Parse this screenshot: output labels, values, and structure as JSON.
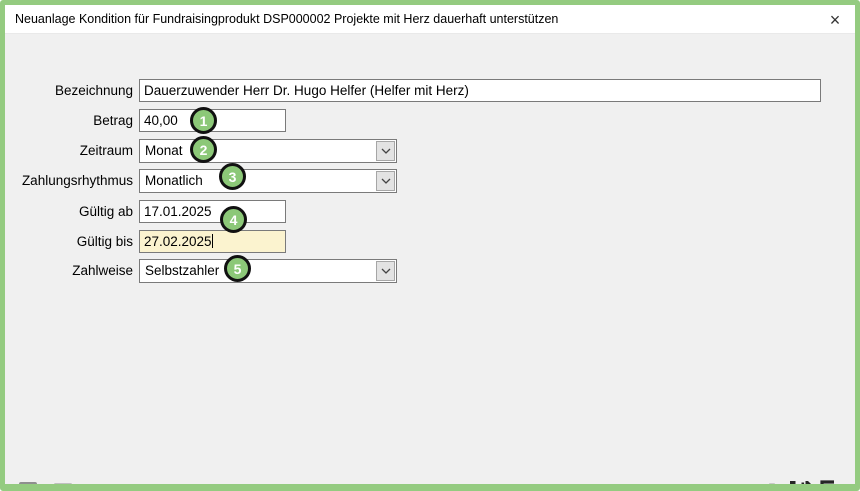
{
  "window": {
    "title": "Neuanlage Kondition für Fundraisingprodukt DSP000002 Projekte mit Herz dauerhaft unterstützen",
    "close": "×"
  },
  "form": {
    "fields": [
      {
        "label": "Bezeichnung",
        "value": "Dauerzuwender Herr Dr. Hugo Helfer (Helfer mit Herz)",
        "type": "text"
      },
      {
        "label": "Betrag",
        "value": "40,00",
        "type": "text"
      },
      {
        "label": "Zeitraum",
        "value": "Monat",
        "type": "select"
      },
      {
        "label": "Zahlungsrhythmus",
        "value": "Monatlich",
        "type": "select"
      },
      {
        "label": "Gültig ab",
        "value": "17.01.2025",
        "type": "text"
      },
      {
        "label": "Gültig bis",
        "value": "27.02.2025",
        "type": "text",
        "highlighted": true
      },
      {
        "label": "Zahlweise",
        "value": "Selbstzahler",
        "type": "select"
      }
    ]
  },
  "badges": [
    "1",
    "2",
    "3",
    "4",
    "5"
  ],
  "toolbar": {
    "left_icons": [
      "calculator-icon",
      "numbered-list-icon"
    ],
    "right_icons": [
      "delete-icon",
      "save-icon",
      "exit-icon"
    ]
  },
  "colors": {
    "window_border": "#94cb80",
    "badge_green": "#8cc878",
    "highlight_yellow": "#fbf3cf",
    "disabled_icon": "#c9c9c9",
    "gray_icon": "#8f8f8f",
    "dark_icon": "#262626"
  }
}
